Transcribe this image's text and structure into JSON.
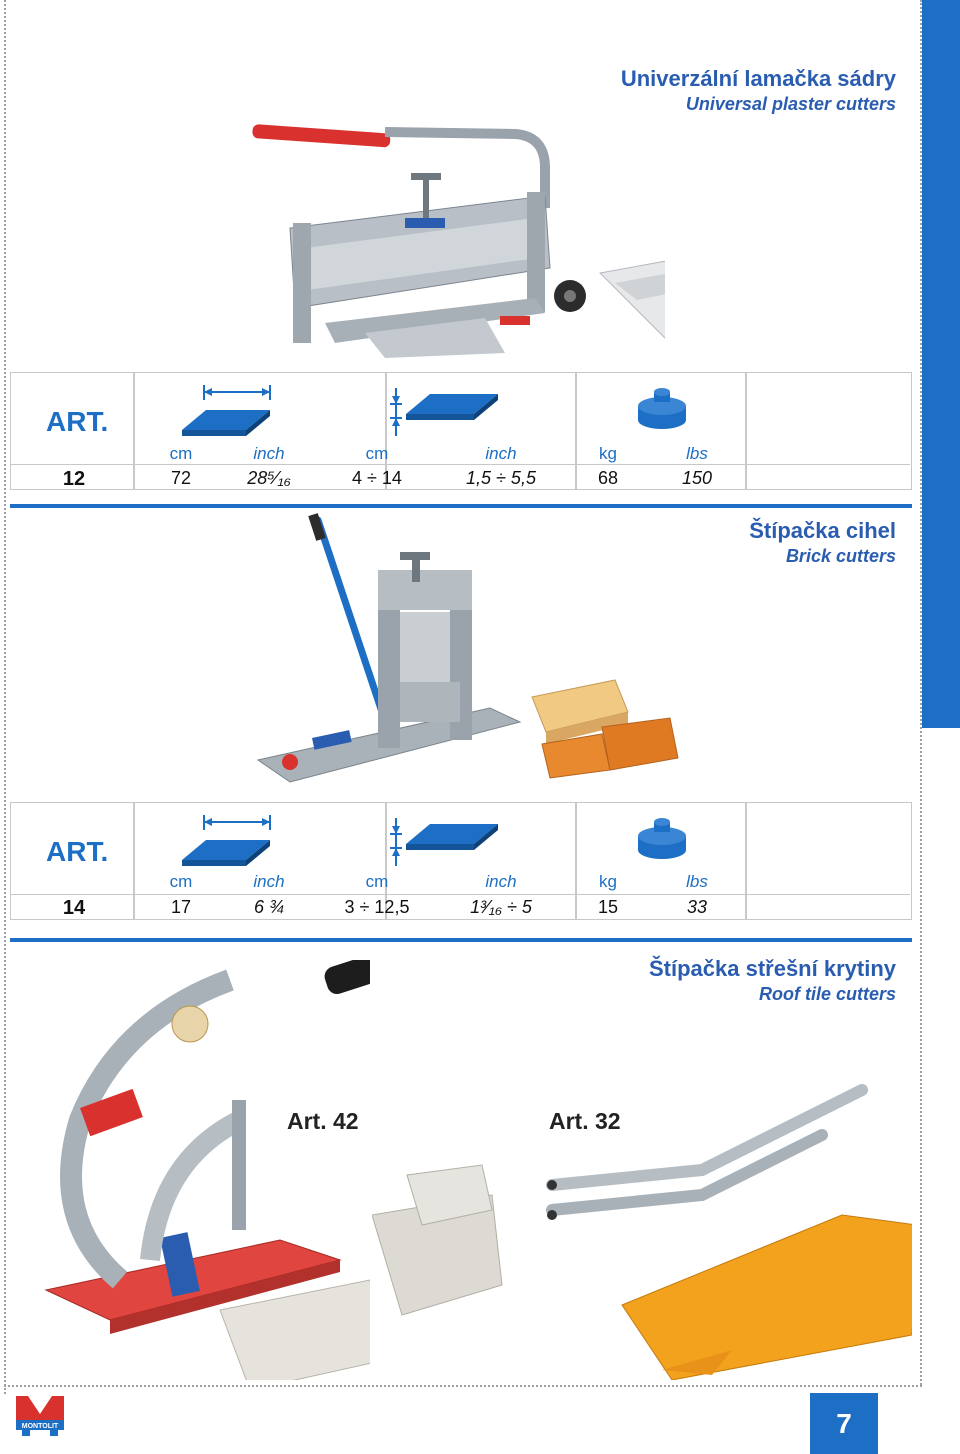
{
  "products": [
    {
      "title_cz": "Univerzální lamačka sádry",
      "title_en": "Universal plaster cutters",
      "art_label": "ART.",
      "headers": [
        "cm",
        "inch",
        "cm",
        "inch",
        "kg",
        "lbs"
      ],
      "art_no": "12",
      "values": [
        "72",
        "28⁵⁄₁₆",
        "4 ÷ 14",
        "1,5 ÷ 5,5",
        "68",
        "150"
      ]
    },
    {
      "title_cz": "Štípačka cihel",
      "title_en": "Brick cutters",
      "art_label": "ART.",
      "headers": [
        "cm",
        "inch",
        "cm",
        "inch",
        "kg",
        "lbs"
      ],
      "art_no": "14",
      "values": [
        "17",
        "6 ¾",
        "3 ÷ 12,5",
        "1³⁄₁₆ ÷ 5",
        "15",
        "33"
      ]
    },
    {
      "title_cz": "Štípačka střešní krytiny",
      "title_en": "Roof tile cutters",
      "labels": [
        "Art. 42",
        "Art. 32"
      ]
    }
  ],
  "page_number": "7",
  "logo_text": "MONTOLIT",
  "colors": {
    "accent": "#1c6fc4",
    "title": "#2a5db0",
    "handle_red": "#d9322e"
  },
  "icons": [
    "width-icon",
    "thickness-icon",
    "weight-icon"
  ]
}
